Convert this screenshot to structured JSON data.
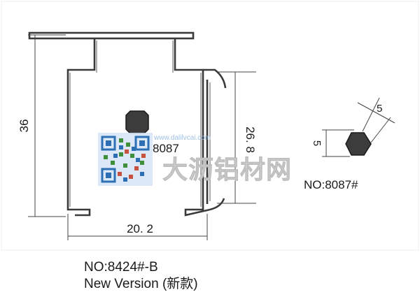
{
  "drawing": {
    "dimensions": {
      "height": "36",
      "width": "20. 2",
      "slot_height": "26. 8",
      "hex_flat": "5",
      "hex_side": "5"
    },
    "part_labels": {
      "inline_part": "8087",
      "detail_part": "NO:8087#"
    },
    "watermark": {
      "brand": "大沥铝材网",
      "url": "www.dalilvcai.com"
    },
    "qr_code_icon": "qr-code-icon"
  },
  "caption": {
    "model": "NO:8424#-B",
    "version": "New Version (新款)"
  }
}
